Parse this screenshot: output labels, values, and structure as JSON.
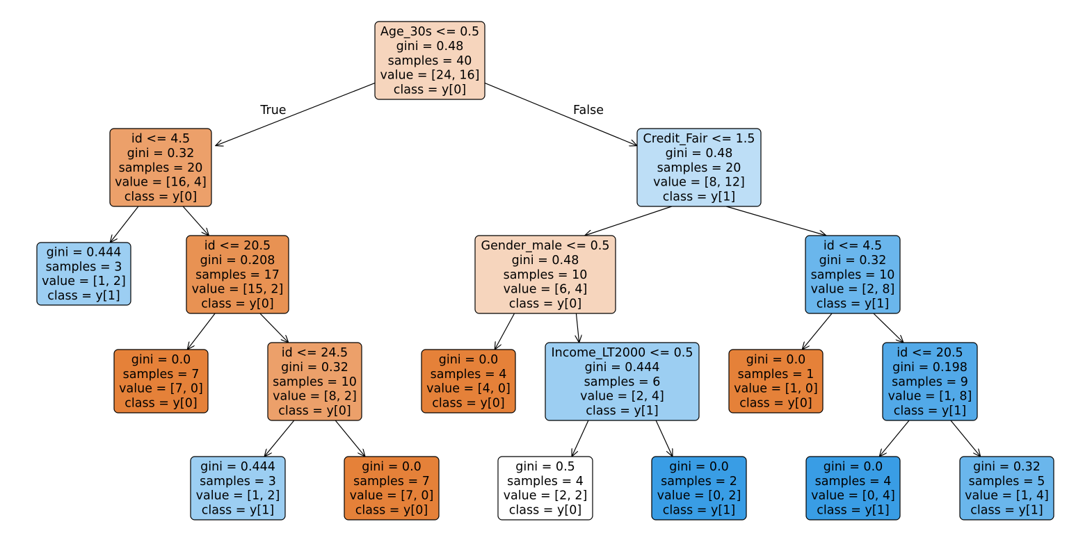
{
  "edge_labels": {
    "true_label": "True",
    "false_label": "False"
  },
  "nodes": [
    {
      "id": "n0",
      "lines": [
        "Age_30s <= 0.5",
        "gini = 0.48",
        "samples = 40",
        "value = [24, 16]",
        "class = y[0]"
      ],
      "fill": "#f6d5bd"
    },
    {
      "id": "n1",
      "lines": [
        "id <= 4.5",
        "gini = 0.32",
        "samples = 20",
        "value = [16, 4]",
        "class = y[0]"
      ],
      "fill": "#eca06a"
    },
    {
      "id": "n2",
      "lines": [
        "gini = 0.444",
        "samples = 3",
        "value = [1, 2]",
        "class = y[1]"
      ],
      "fill": "#9ccef2"
    },
    {
      "id": "n3",
      "lines": [
        "id <= 20.5",
        "gini = 0.208",
        "samples = 17",
        "value = [15, 2]",
        "class = y[0]"
      ],
      "fill": "#e89253"
    },
    {
      "id": "n4",
      "lines": [
        "gini = 0.0",
        "samples = 7",
        "value = [7, 0]",
        "class = y[0]"
      ],
      "fill": "#e58139"
    },
    {
      "id": "n5",
      "lines": [
        "id <= 24.5",
        "gini = 0.32",
        "samples = 10",
        "value = [8, 2]",
        "class = y[0]"
      ],
      "fill": "#eca06a"
    },
    {
      "id": "n6",
      "lines": [
        "gini = 0.444",
        "samples = 3",
        "value = [1, 2]",
        "class = y[1]"
      ],
      "fill": "#9ccef2"
    },
    {
      "id": "n7",
      "lines": [
        "gini = 0.0",
        "samples = 7",
        "value = [7, 0]",
        "class = y[0]"
      ],
      "fill": "#e58139"
    },
    {
      "id": "n8",
      "lines": [
        "Credit_Fair <= 1.5",
        "gini = 0.48",
        "samples = 20",
        "value = [8, 12]",
        "class = y[1]"
      ],
      "fill": "#bddef6"
    },
    {
      "id": "n9",
      "lines": [
        "Gender_male <= 0.5",
        "gini = 0.48",
        "samples = 10",
        "value = [6, 4]",
        "class = y[0]"
      ],
      "fill": "#f6d5bd"
    },
    {
      "id": "n10",
      "lines": [
        "gini = 0.0",
        "samples = 4",
        "value = [4, 0]",
        "class = y[0]"
      ],
      "fill": "#e58139"
    },
    {
      "id": "n11",
      "lines": [
        "Income_LT2000 <= 0.5",
        "gini = 0.444",
        "samples = 6",
        "value = [2, 4]",
        "class = y[1]"
      ],
      "fill": "#9ccef2"
    },
    {
      "id": "n12",
      "lines": [
        "gini = 0.5",
        "samples = 4",
        "value = [2, 2]",
        "class = y[0]"
      ],
      "fill": "#ffffff"
    },
    {
      "id": "n13",
      "lines": [
        "gini = 0.0",
        "samples = 2",
        "value = [0, 2]",
        "class = y[1]"
      ],
      "fill": "#399de5"
    },
    {
      "id": "n14",
      "lines": [
        "id <= 4.5",
        "gini = 0.32",
        "samples = 10",
        "value = [2, 8]",
        "class = y[1]"
      ],
      "fill": "#6ab6ec"
    },
    {
      "id": "n15",
      "lines": [
        "gini = 0.0",
        "samples = 1",
        "value = [1, 0]",
        "class = y[0]"
      ],
      "fill": "#e58139"
    },
    {
      "id": "n16",
      "lines": [
        "id <= 20.5",
        "gini = 0.198",
        "samples = 9",
        "value = [1, 8]",
        "class = y[1]"
      ],
      "fill": "#52a9e8"
    },
    {
      "id": "n17",
      "lines": [
        "gini = 0.0",
        "samples = 4",
        "value = [0, 4]",
        "class = y[1]"
      ],
      "fill": "#399de5"
    },
    {
      "id": "n18",
      "lines": [
        "gini = 0.32",
        "samples = 5",
        "value = [1, 4]",
        "class = y[1]"
      ],
      "fill": "#6ab6ec"
    }
  ],
  "edges": [
    [
      "n0",
      "n1"
    ],
    [
      "n0",
      "n8"
    ],
    [
      "n1",
      "n2"
    ],
    [
      "n1",
      "n3"
    ],
    [
      "n3",
      "n4"
    ],
    [
      "n3",
      "n5"
    ],
    [
      "n5",
      "n6"
    ],
    [
      "n5",
      "n7"
    ],
    [
      "n8",
      "n9"
    ],
    [
      "n8",
      "n14"
    ],
    [
      "n9",
      "n10"
    ],
    [
      "n9",
      "n11"
    ],
    [
      "n11",
      "n12"
    ],
    [
      "n11",
      "n13"
    ],
    [
      "n14",
      "n15"
    ],
    [
      "n14",
      "n16"
    ],
    [
      "n16",
      "n17"
    ],
    [
      "n16",
      "n18"
    ]
  ]
}
